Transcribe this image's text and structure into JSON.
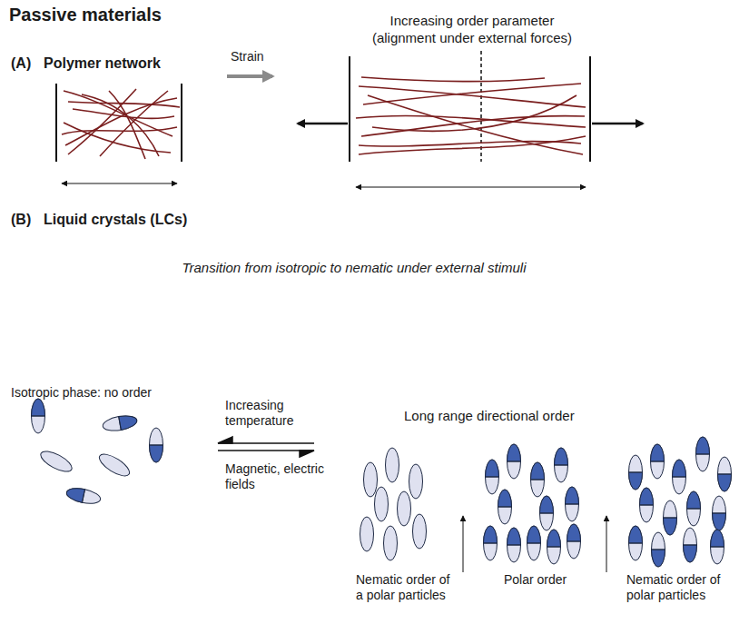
{
  "diagram": {
    "title": "Passive materials",
    "labels": [
      "(A)",
      "Polymer network",
      "Strain",
      "Increasing order parameter",
      "(alignment under external forces)",
      "(B)",
      "Liquid crystals (LCs)",
      "Transition from isotropic to nematic under external stimuli",
      "Isotropic phase: no order",
      "Increasing temperature",
      "Magnetic, electric fields",
      "Long range directional order",
      "Nematic order of a polar particles",
      "Polar order",
      "Nematic order of polar particles"
    ]
  }
}
